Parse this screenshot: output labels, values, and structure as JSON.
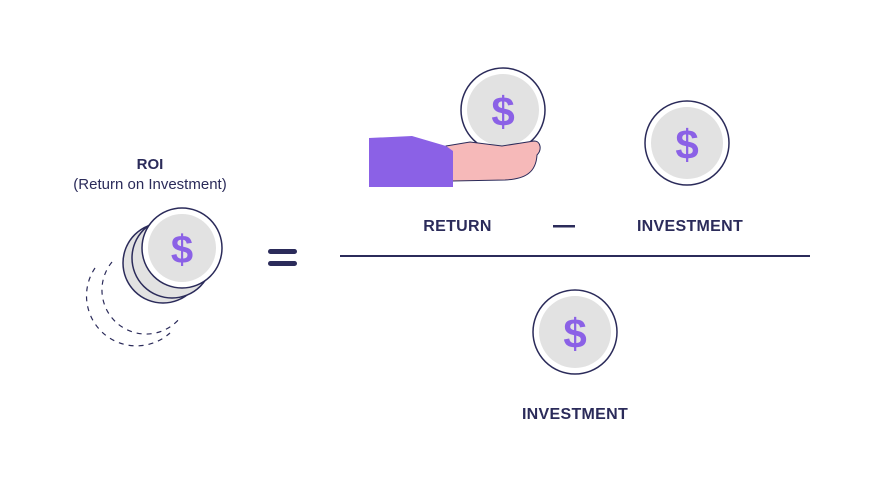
{
  "roi": {
    "title": "ROI",
    "subtitle": "(Return on Investment)"
  },
  "formula": {
    "numerator_left": "RETURN",
    "numerator_right": "INVESTMENT",
    "denominator": "INVESTMENT"
  },
  "coin": {
    "symbol": "$"
  },
  "colors": {
    "ink": "#2b2b5a",
    "coin_fill": "#e2e2e2",
    "coin_stroke": "#2b2b5a",
    "dollar": "#8b61e6",
    "sleeve": "#8b61e6",
    "hand": "#f6b9b9"
  },
  "icons": [
    "dollar-coin-icon",
    "hand-holding-coin-icon",
    "equals-sign-icon",
    "minus-sign-icon"
  ]
}
